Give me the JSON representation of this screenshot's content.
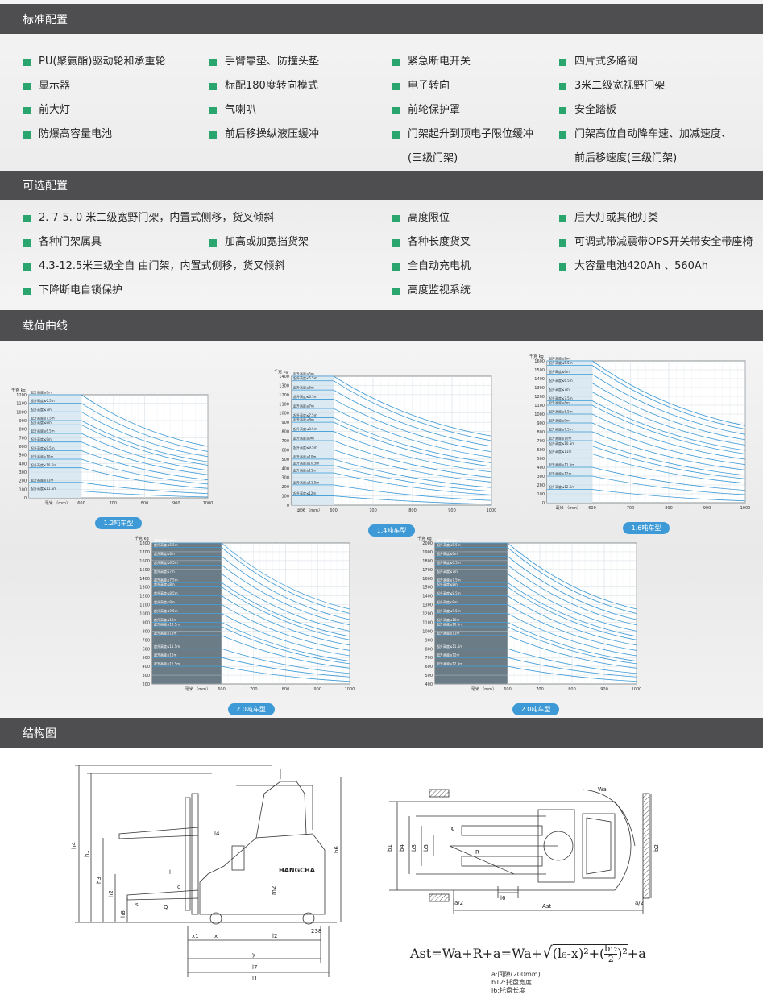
{
  "sections": {
    "standard": "标准配置",
    "optional": "可选配置",
    "load_curve": "载荷曲线",
    "structure": "结构图"
  },
  "standard_items": [
    [
      "PU(聚氨酯)驱动轮和承重轮"
    ],
    [
      "显示器"
    ],
    [
      "前大灯"
    ],
    [
      "防爆高容量电池"
    ],
    [
      "手臂靠垫、防撞头垫"
    ],
    [
      "标配180度转向模式"
    ],
    [
      "气喇叭"
    ],
    [
      "前后移操纵液压缓冲"
    ],
    [
      "紧急断电开关"
    ],
    [
      "电子转向"
    ],
    [
      "前轮保护罩"
    ],
    [
      "门架起升到顶电子限位缓冲",
      "(三级门架)"
    ],
    [
      "四片式多路阀"
    ],
    [
      "3米二级宽视野门架"
    ],
    [
      "安全踏板"
    ],
    [
      "门架高位自动降车速、加减速度、",
      "前后移速度(三级门架)"
    ]
  ],
  "optional_items": [
    "2. 7-5. 0 米二级宽野门架，内置式侧移，货叉倾斜",
    "各种门架属具",
    "加高或加宽挡货架",
    "4.3-12.5米三级全自 由门架，内置式侧移，货叉倾斜",
    "下降断电自锁保护",
    "高度限位",
    "各种长度货叉",
    "全自动充电机",
    "高度监视系统",
    "后大灯或其他灯类",
    "可调式带减震带OPS开关带安全带座椅",
    "大容量电池420Ah 、560Ah"
  ],
  "colors": {
    "section_bar": "#4e4e50",
    "bullet": "#2aa56e",
    "curve": "#3d9ad6",
    "pill": "#3d9ad6"
  },
  "chart_data": [
    {
      "type": "line",
      "title": "1.2吨车型",
      "ylabel": "千克  kg",
      "xlabel": "毫米 （mm）",
      "ylim": [
        0,
        1200
      ],
      "yticks": [
        0,
        100,
        200,
        300,
        400,
        500,
        600,
        700,
        800,
        900,
        1000,
        1100,
        1200
      ],
      "xlim": [
        600,
        1000
      ],
      "xticks": [
        600,
        700,
        800,
        900,
        1000
      ],
      "series": [
        {
          "name": "起升高度≤6m",
          "x": [
            600,
            1000
          ],
          "y": [
            1200,
            600
          ]
        },
        {
          "name": "起升高度≤6.5m",
          "x": [
            600,
            1000
          ],
          "y": [
            1100,
            540
          ]
        },
        {
          "name": "起升高度≤7m",
          "x": [
            600,
            1000
          ],
          "y": [
            1000,
            480
          ]
        },
        {
          "name": "起升高度≤7.5m",
          "x": [
            600,
            1000
          ],
          "y": [
            900,
            420
          ]
        },
        {
          "name": "起升高度≤8m",
          "x": [
            600,
            1000
          ],
          "y": [
            850,
            380
          ]
        },
        {
          "name": "起升高度≤8.5m",
          "x": [
            600,
            1000
          ],
          "y": [
            750,
            320
          ]
        },
        {
          "name": "起升高度≤9m",
          "x": [
            600,
            1000
          ],
          "y": [
            650,
            270
          ]
        },
        {
          "name": "起升高度≤9.5m",
          "x": [
            600,
            1000
          ],
          "y": [
            550,
            210
          ]
        },
        {
          "name": "起升高度≤10m",
          "x": [
            600,
            1000
          ],
          "y": [
            450,
            160
          ]
        },
        {
          "name": "起升高度≤10.5m",
          "x": [
            600,
            1000
          ],
          "y": [
            350,
            110
          ]
        },
        {
          "name": "起升高度≤11m",
          "x": [
            600,
            1000
          ],
          "y": [
            180,
            50
          ]
        },
        {
          "name": "起升高度≤11.5m",
          "x": [
            600,
            1000
          ],
          "y": [
            80,
            10
          ]
        }
      ]
    },
    {
      "type": "line",
      "title": "1.4吨车型",
      "ylabel": "千克  kg",
      "xlabel": "毫米 （mm）",
      "ylim": [
        0,
        1400
      ],
      "yticks": [
        0,
        100,
        200,
        300,
        400,
        500,
        600,
        700,
        800,
        900,
        1000,
        1100,
        1200,
        1300,
        1400
      ],
      "xlim": [
        600,
        1000
      ],
      "xticks": [
        600,
        700,
        800,
        900,
        1000
      ],
      "series": [
        {
          "name": "起升高度≤5m",
          "x": [
            600,
            1000
          ],
          "y": [
            1400,
            750
          ]
        },
        {
          "name": "起升高度≤5.5m",
          "x": [
            600,
            1000
          ],
          "y": [
            1350,
            700
          ]
        },
        {
          "name": "起升高度≤6m",
          "x": [
            600,
            1000
          ],
          "y": [
            1250,
            640
          ]
        },
        {
          "name": "起升高度≤6.5m",
          "x": [
            600,
            1000
          ],
          "y": [
            1150,
            580
          ]
        },
        {
          "name": "起升高度≤7m",
          "x": [
            600,
            1000
          ],
          "y": [
            1050,
            520
          ]
        },
        {
          "name": "起升高度≤7.5m",
          "x": [
            600,
            1000
          ],
          "y": [
            950,
            460
          ]
        },
        {
          "name": "起升高度≤8m",
          "x": [
            600,
            1000
          ],
          "y": [
            900,
            420
          ]
        },
        {
          "name": "起升高度≤8.5m",
          "x": [
            600,
            1000
          ],
          "y": [
            800,
            360
          ]
        },
        {
          "name": "起升高度≤9m",
          "x": [
            600,
            1000
          ],
          "y": [
            700,
            300
          ]
        },
        {
          "name": "起升高度≤9.5m",
          "x": [
            600,
            1000
          ],
          "y": [
            600,
            250
          ]
        },
        {
          "name": "起升高度≤10m",
          "x": [
            600,
            1000
          ],
          "y": [
            500,
            190
          ]
        },
        {
          "name": "起升高度≤10.5m",
          "x": [
            600,
            1000
          ],
          "y": [
            430,
            150
          ]
        },
        {
          "name": "起升高度≤11m",
          "x": [
            600,
            1000
          ],
          "y": [
            350,
            110
          ]
        },
        {
          "name": "起升高度≤11.5m",
          "x": [
            600,
            1000
          ],
          "y": [
            220,
            50
          ]
        },
        {
          "name": "起升高度≤12m",
          "x": [
            600,
            1000
          ],
          "y": [
            100,
            10
          ]
        }
      ]
    },
    {
      "type": "line",
      "title": "1.6吨车型",
      "ylabel": "千克  kg",
      "xlabel": "毫米 （mm）",
      "ylim": [
        0,
        1600
      ],
      "yticks": [
        0,
        100,
        200,
        300,
        400,
        500,
        600,
        700,
        800,
        900,
        1000,
        1100,
        1200,
        1300,
        1400,
        1500,
        1600
      ],
      "xlim": [
        600,
        1000
      ],
      "xticks": [
        600,
        700,
        800,
        900,
        1000
      ],
      "series": [
        {
          "name": "起升高度≤5m",
          "x": [
            600,
            1000
          ],
          "y": [
            1600,
            870
          ]
        },
        {
          "name": "起升高度≤5.5m",
          "x": [
            600,
            1000
          ],
          "y": [
            1550,
            830
          ]
        },
        {
          "name": "起升高度≤6m",
          "x": [
            600,
            1000
          ],
          "y": [
            1450,
            770
          ]
        },
        {
          "name": "起升高度≤6.5m",
          "x": [
            600,
            1000
          ],
          "y": [
            1350,
            710
          ]
        },
        {
          "name": "起升高度≤7m",
          "x": [
            600,
            1000
          ],
          "y": [
            1250,
            650
          ]
        },
        {
          "name": "起升高度≤7.5m",
          "x": [
            600,
            1000
          ],
          "y": [
            1150,
            590
          ]
        },
        {
          "name": "起升高度≤8m",
          "x": [
            600,
            1000
          ],
          "y": [
            1100,
            550
          ]
        },
        {
          "name": "起升高度≤8.5m",
          "x": [
            600,
            1000
          ],
          "y": [
            1000,
            490
          ]
        },
        {
          "name": "起升高度≤9m",
          "x": [
            600,
            1000
          ],
          "y": [
            900,
            430
          ]
        },
        {
          "name": "起升高度≤9.5m",
          "x": [
            600,
            1000
          ],
          "y": [
            800,
            370
          ]
        },
        {
          "name": "起升高度≤10m",
          "x": [
            600,
            1000
          ],
          "y": [
            700,
            310
          ]
        },
        {
          "name": "起升高度≤10.5m",
          "x": [
            600,
            1000
          ],
          "y": [
            640,
            270
          ]
        },
        {
          "name": "起升高度≤11m",
          "x": [
            600,
            1000
          ],
          "y": [
            550,
            220
          ]
        },
        {
          "name": "起升高度≤11.5m",
          "x": [
            600,
            1000
          ],
          "y": [
            400,
            140
          ]
        },
        {
          "name": "起升高度≤12m",
          "x": [
            600,
            1000
          ],
          "y": [
            300,
            90
          ]
        },
        {
          "name": "起升高度≤12.5m",
          "x": [
            600,
            1000
          ],
          "y": [
            150,
            20
          ]
        }
      ]
    },
    {
      "type": "line",
      "title": "2.0吨车型",
      "ylabel": "千克  kg",
      "xlabel": "毫米 （mm）",
      "ylim": [
        200,
        1800
      ],
      "yticks": [
        200,
        300,
        400,
        500,
        600,
        700,
        800,
        900,
        1000,
        1100,
        1200,
        1300,
        1400,
        1500,
        1600,
        1700,
        1800
      ],
      "xlim": [
        600,
        1000
      ],
      "xticks": [
        600,
        700,
        800,
        900,
        1000
      ],
      "series": [
        {
          "name": "起升高度≤5m",
          "x": [
            600,
            1000
          ],
          "y": [
            1800,
            1050
          ]
        },
        {
          "name": "起升高度≤5.5m",
          "x": [
            600,
            1000
          ],
          "y": [
            1750,
            1000
          ]
        },
        {
          "name": "起升高度≤6m",
          "x": [
            600,
            1000
          ],
          "y": [
            1650,
            930
          ]
        },
        {
          "name": "起升高度≤6.5m",
          "x": [
            600,
            1000
          ],
          "y": [
            1550,
            870
          ]
        },
        {
          "name": "起升高度≤7m",
          "x": [
            600,
            1000
          ],
          "y": [
            1450,
            800
          ]
        },
        {
          "name": "起升高度≤7.5m",
          "x": [
            600,
            1000
          ],
          "y": [
            1350,
            740
          ]
        },
        {
          "name": "起升高度≤8m",
          "x": [
            600,
            1000
          ],
          "y": [
            1300,
            700
          ]
        },
        {
          "name": "起升高度≤8.5m",
          "x": [
            600,
            1000
          ],
          "y": [
            1200,
            640
          ]
        },
        {
          "name": "起升高度≤9m",
          "x": [
            600,
            1000
          ],
          "y": [
            1100,
            580
          ]
        },
        {
          "name": "起升高度≤9.5m",
          "x": [
            600,
            1000
          ],
          "y": [
            1000,
            520
          ]
        },
        {
          "name": "起升高度≤10m",
          "x": [
            600,
            1000
          ],
          "y": [
            900,
            460
          ]
        },
        {
          "name": "起升高度≤10.5m",
          "x": [
            600,
            1000
          ],
          "y": [
            850,
            430
          ]
        },
        {
          "name": "起升高度≤11m",
          "x": [
            600,
            1000
          ],
          "y": [
            750,
            380
          ]
        },
        {
          "name": "起升高度≤11.5m",
          "x": [
            600,
            1000
          ],
          "y": [
            600,
            320
          ]
        },
        {
          "name": "起升高度≤12m",
          "x": [
            600,
            1000
          ],
          "y": [
            500,
            280
          ]
        },
        {
          "name": "起升高度≤12.5m",
          "x": [
            600,
            1000
          ],
          "y": [
            400,
            230
          ]
        }
      ]
    },
    {
      "type": "line",
      "title": "2.0吨车型",
      "ylabel": "千克  kg",
      "xlabel": "毫米 （mm）",
      "ylim": [
        400,
        2000
      ],
      "yticks": [
        400,
        500,
        600,
        700,
        800,
        900,
        1000,
        1100,
        1200,
        1300,
        1400,
        1500,
        1600,
        1700,
        1800,
        1900,
        2000
      ],
      "xlim": [
        600,
        1000
      ],
      "xticks": [
        600,
        700,
        800,
        900,
        1000
      ],
      "series": [
        {
          "name": "起升高度≤5m",
          "x": [
            600,
            1000
          ],
          "y": [
            2000,
            1250
          ]
        },
        {
          "name": "起升高度≤5.5m",
          "x": [
            600,
            1000
          ],
          "y": [
            1950,
            1200
          ]
        },
        {
          "name": "起升高度≤6m",
          "x": [
            600,
            1000
          ],
          "y": [
            1850,
            1130
          ]
        },
        {
          "name": "起升高度≤6.5m",
          "x": [
            600,
            1000
          ],
          "y": [
            1750,
            1070
          ]
        },
        {
          "name": "起升高度≤7m",
          "x": [
            600,
            1000
          ],
          "y": [
            1650,
            1000
          ]
        },
        {
          "name": "起升高度≤7.5m",
          "x": [
            600,
            1000
          ],
          "y": [
            1550,
            940
          ]
        },
        {
          "name": "起升高度≤8m",
          "x": [
            600,
            1000
          ],
          "y": [
            1500,
            900
          ]
        },
        {
          "name": "起升高度≤8.5m",
          "x": [
            600,
            1000
          ],
          "y": [
            1400,
            840
          ]
        },
        {
          "name": "起升高度≤9m",
          "x": [
            600,
            1000
          ],
          "y": [
            1300,
            780
          ]
        },
        {
          "name": "起升高度≤9.5m",
          "x": [
            600,
            1000
          ],
          "y": [
            1200,
            720
          ]
        },
        {
          "name": "起升高度≤10m",
          "x": [
            600,
            1000
          ],
          "y": [
            1100,
            660
          ]
        },
        {
          "name": "起升高度≤10.5m",
          "x": [
            600,
            1000
          ],
          "y": [
            1050,
            630
          ]
        },
        {
          "name": "起升高度≤11m",
          "x": [
            600,
            1000
          ],
          "y": [
            950,
            580
          ]
        },
        {
          "name": "起升高度≤11.5m",
          "x": [
            600,
            1000
          ],
          "y": [
            800,
            520
          ]
        },
        {
          "name": "起升高度≤12m",
          "x": [
            600,
            1000
          ],
          "y": [
            700,
            480
          ]
        },
        {
          "name": "起升高度≤12.5m",
          "x": [
            600,
            1000
          ],
          "y": [
            600,
            430
          ]
        }
      ]
    }
  ],
  "side_view_labels": [
    "h4",
    "h1",
    "h3",
    "h2",
    "h6",
    "h8",
    "s",
    "l",
    "c",
    "Q",
    "l4",
    "m2",
    "x1",
    "x",
    "l2",
    "y",
    "l7",
    "l1",
    "238"
  ],
  "brand": "HANGCHA",
  "top_view_labels": [
    "b1",
    "b4",
    "b3",
    "b5",
    "e",
    "R",
    "l6",
    "Wa",
    "a/2",
    "Ast",
    "b2"
  ],
  "formula": {
    "lhs": "Ast=Wa+R+a=Wa+",
    "radicand": "(l₆-x)²+(",
    "frac_num": "b₁₂",
    "frac_den": "2",
    "close": ")²",
    "tail": "+a"
  },
  "notes": [
    "a:间隙(200mm)",
    "b12:托盘宽度",
    "l6:托盘长度"
  ]
}
